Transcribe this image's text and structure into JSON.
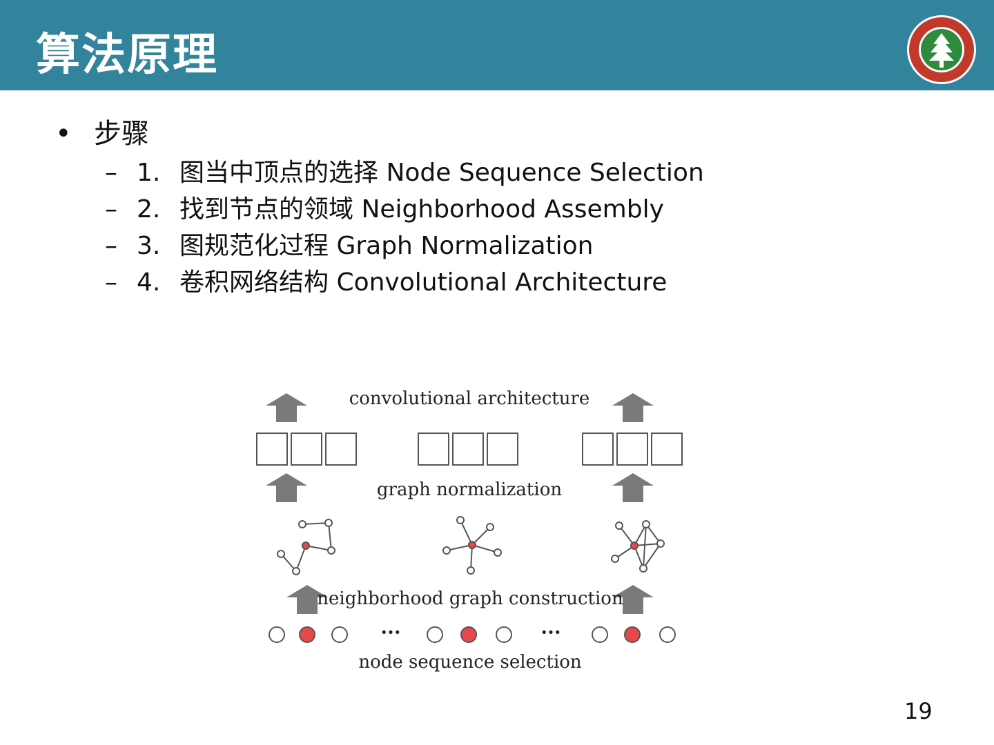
{
  "title": "算法原理",
  "bullet": {
    "symbol": "•",
    "text": "步骤"
  },
  "steps": [
    {
      "dash": "–",
      "num": "1.",
      "text": "图当中顶点的选择 Node Sequence Selection"
    },
    {
      "dash": "–",
      "num": "2.",
      "text": "找到节点的领域 Neighborhood Assembly"
    },
    {
      "dash": "–",
      "num": "3.",
      "text": "图规范化过程 Graph Normalization"
    },
    {
      "dash": "–",
      "num": "4.",
      "text": "卷积网络结构 Convolutional Architecture"
    }
  ],
  "figure": {
    "labels": {
      "conv": "convolutional architecture",
      "norm": "graph normalization",
      "neigh": "neighborhood graph construction",
      "seq": "node sequence selection"
    },
    "ellipsis": "···"
  },
  "page_number": "19",
  "colors": {
    "header": "#31849b",
    "highlight_node": "#e8474b",
    "arrow": "#7a7a7a"
  }
}
